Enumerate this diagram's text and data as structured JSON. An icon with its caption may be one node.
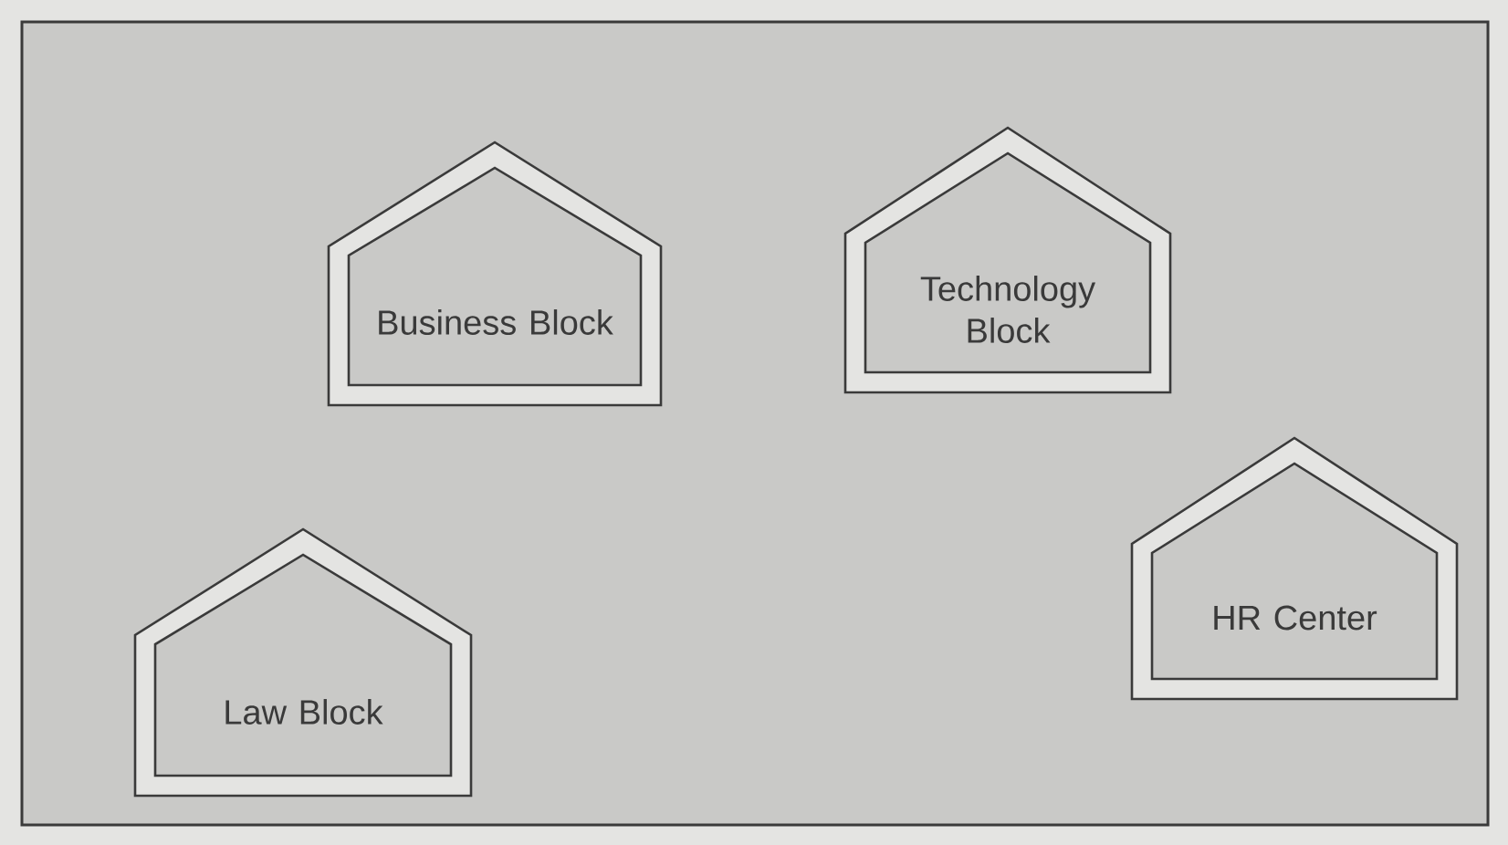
{
  "diagram": {
    "nodes": [
      {
        "text": [
          "Business Block"
        ]
      },
      {
        "text": [
          "Technology Block"
        ]
      },
      {
        "text": [
          "Law Block"
        ]
      },
      {
        "text": [
          "HR Center"
        ]
      }
    ]
  }
}
